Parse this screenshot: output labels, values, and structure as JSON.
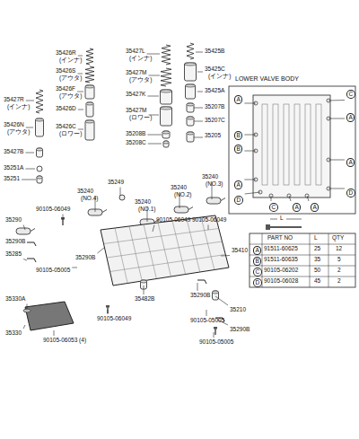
{
  "diagram": {
    "labels": [
      "35426R",
      "(インナ)",
      "35426S",
      "(アウタ)",
      "35426F",
      "(アウタ)",
      "35426D",
      "35426C",
      "(ロワー)",
      "35427R",
      "(インナ)",
      "35426N",
      "(アウタ)",
      "35427B",
      "35251A",
      "35251",
      "35427L",
      "(インナ)",
      "35427M",
      "(アウタ)",
      "35427K",
      "35427M",
      "(ロワー)",
      "35208B",
      "35208C",
      "35425B",
      "35425C",
      "(インナ)",
      "35425A",
      "35207B",
      "35207C",
      "35205",
      "35249",
      "35240",
      "(NO.4)",
      "35240",
      "(NO.1)",
      "35240",
      "(NO.2)",
      "35240",
      "(NO.3)",
      "90105-06049",
      "90105-06049",
      "90105-06049",
      "35290",
      "35290B",
      "35285",
      "90105-05005",
      "35290B",
      "35482B",
      "35410",
      "35330A",
      "35330",
      "90105-06053 (4)",
      "90105-06049",
      "35290B",
      "35210",
      "90105-05005",
      "35290B",
      "90105-05005",
      "LOWER VALVE BODY",
      "PART NO",
      "L",
      "QTY",
      "A",
      "91511-60625",
      "25",
      "12",
      "B",
      "91511-60635",
      "35",
      "5",
      "C",
      "90105-06202",
      "50",
      "2",
      "D",
      "90105-06028",
      "45",
      "2",
      "L",
      "A",
      "A",
      "A",
      "A",
      "A",
      "A",
      "B",
      "B",
      "C",
      "C",
      "D",
      "D"
    ]
  }
}
